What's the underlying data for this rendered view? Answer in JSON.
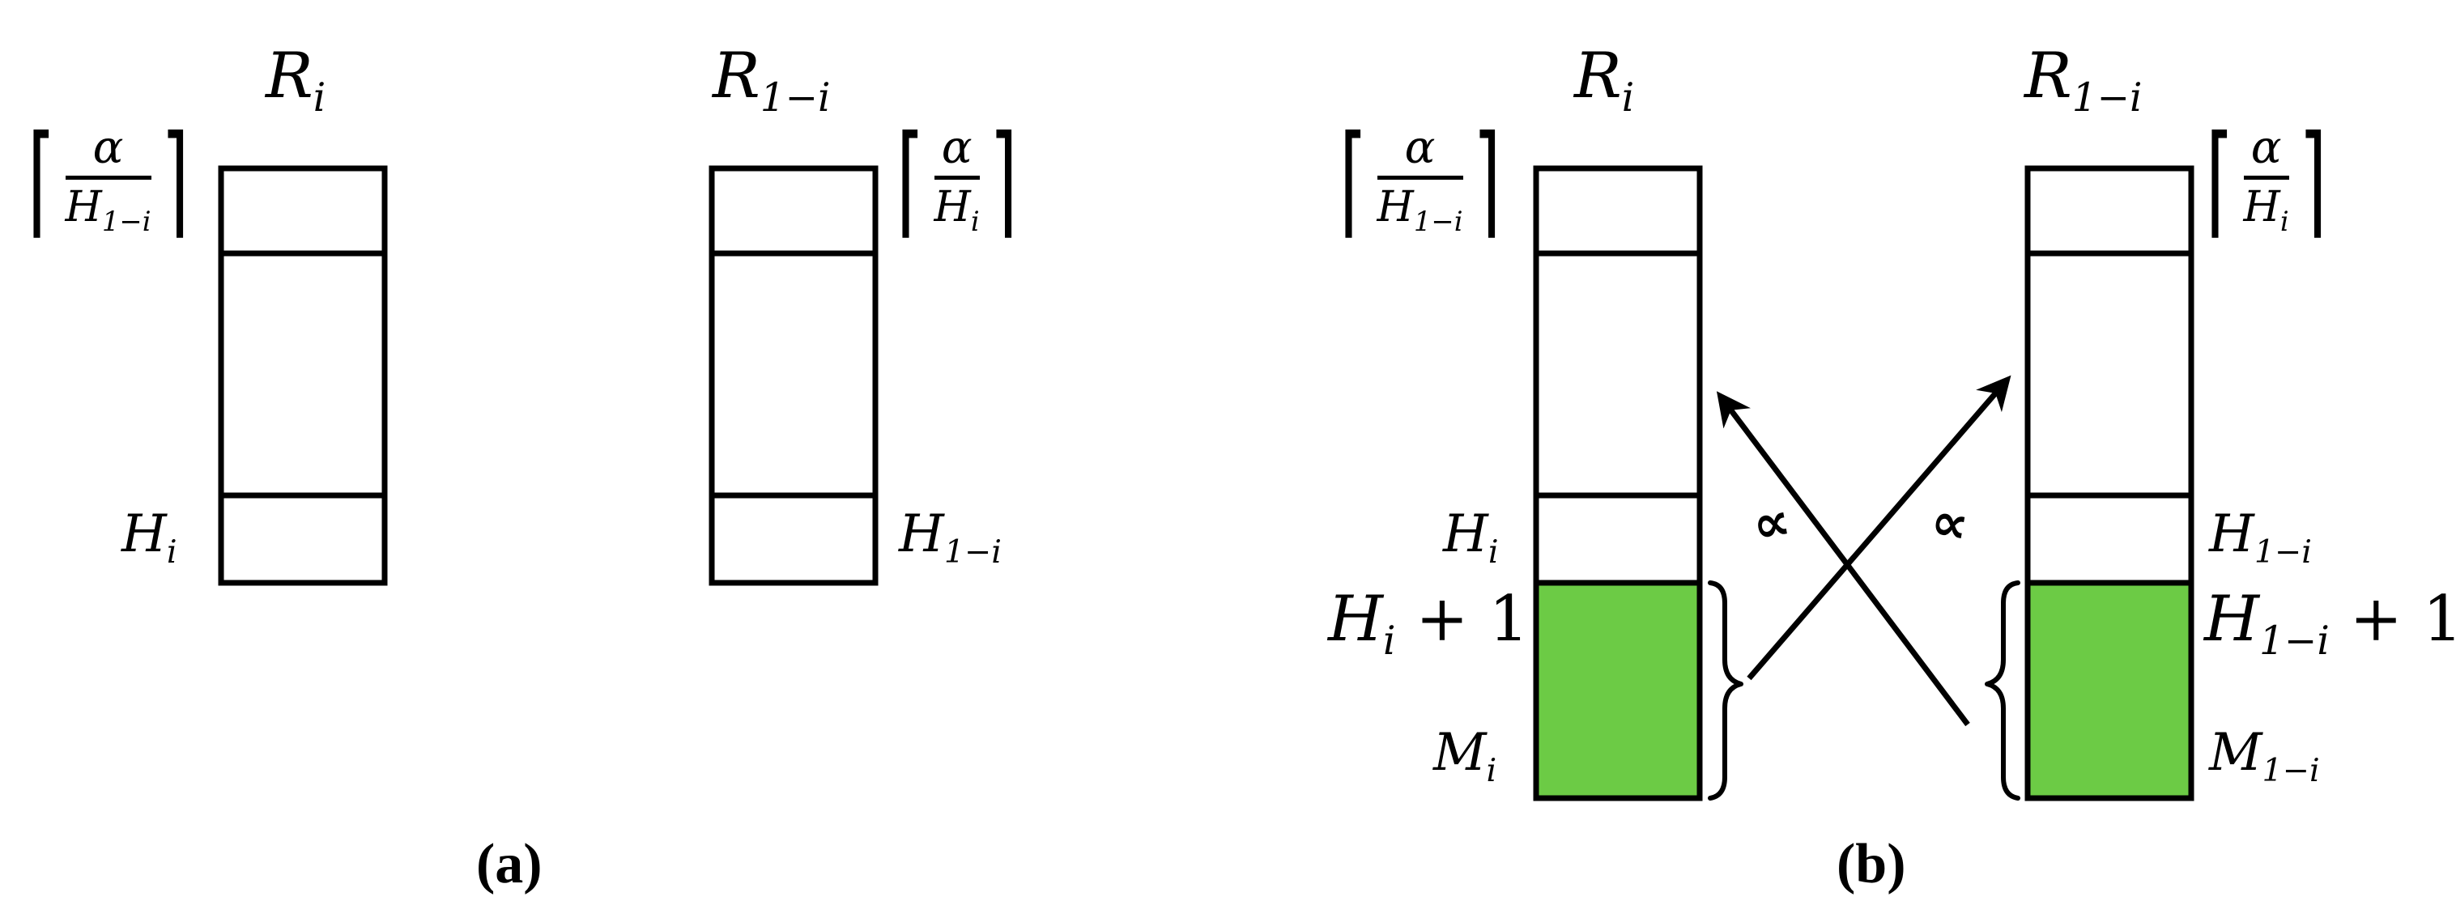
{
  "diagram": {
    "colors": {
      "stroke": "#000000",
      "fill": "#6ccb45",
      "background": "#ffffff"
    },
    "panel_a": {
      "caption": "(a)",
      "left": {
        "title_base": "R",
        "title_sub": "i",
        "top_num": "α",
        "top_den_base": "H",
        "top_den_sub": "1−i",
        "bottom_base": "H",
        "bottom_sub": "i"
      },
      "right": {
        "title_base": "R",
        "title_sub": "1−i",
        "top_num": "α",
        "top_den_base": "H",
        "top_den_sub": "i",
        "bottom_base": "H",
        "bottom_sub": "1−i"
      }
    },
    "panel_b": {
      "caption": "(b)",
      "left": {
        "title_base": "R",
        "title_sub": "i",
        "top_num": "α",
        "top_den_base": "H",
        "top_den_sub": "1−i",
        "mid_base": "H",
        "mid_sub": "i",
        "plus_base": "H",
        "plus_sub": "i",
        "plus_suffix": " + 1",
        "m_base": "M",
        "m_sub": "i"
      },
      "right": {
        "title_base": "R",
        "title_sub": "1−i",
        "top_num": "α",
        "top_den_base": "H",
        "top_den_sub": "i",
        "mid_base": "H",
        "mid_sub": "1−i",
        "plus_base": "H",
        "plus_sub": "1−i",
        "plus_suffix": " + 1",
        "m_base": "M",
        "m_sub": "1−i"
      },
      "proportional_symbol": "∝"
    },
    "icons": {
      "arrow": "arrowhead-icon",
      "brace": "curly-brace-icon"
    }
  }
}
